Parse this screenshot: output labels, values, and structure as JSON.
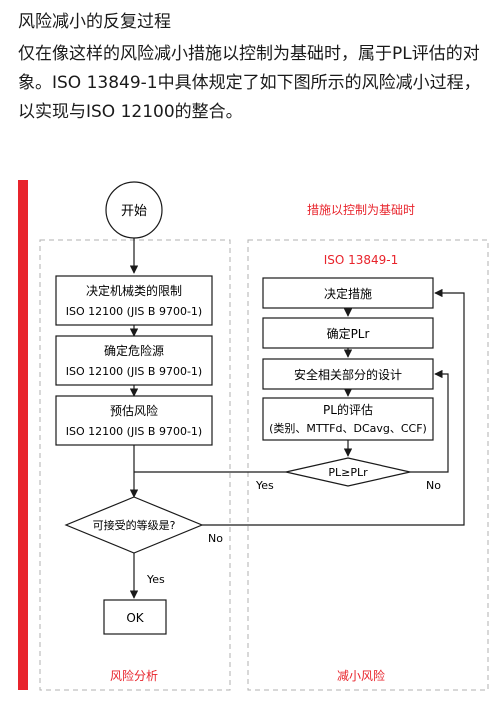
{
  "heading": "风险减小的反复过程",
  "intro": "仅在像这样的风险减小措施以控制为基础时，属于PL评估的对象。ISO 13849-1中具体规定了如下图所示的风险减小过程，以实现与ISO 12100的整合。",
  "diagram": {
    "start": "开始",
    "control_based_label": "措施以控制为基础时",
    "iso13849_label": "ISO 13849-1",
    "risk_analysis_label": "风险分析",
    "risk_reduction_label": "减小风险",
    "left_boxes": [
      {
        "line1": "决定机械类的限制",
        "line2": "ISO 12100 (JIS B 9700-1)"
      },
      {
        "line1": "确定危险源",
        "line2": "ISO 12100 (JIS B 9700-1)"
      },
      {
        "line1": "预估风险",
        "line2": "ISO 12100 (JIS B 9700-1)"
      }
    ],
    "right_boxes": {
      "decide": "决定措施",
      "plr": "确定PLr",
      "design": "安全相关部分的设计",
      "eval_line1": "PL的评估",
      "eval_line2": "(类别、MTTFd、DCavg、CCF)"
    },
    "decision_pl": "PL≥PLr",
    "decision_accept": "可接受的等级是?",
    "yes": "Yes",
    "no": "No",
    "ok": "OK",
    "accent_color": "#e8242c"
  }
}
